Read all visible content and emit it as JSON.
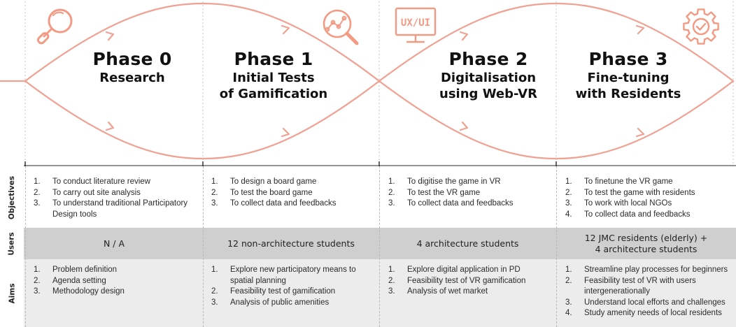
{
  "phases": [
    {
      "name": "Phase 0",
      "subtitle": [
        "Research"
      ],
      "icon": "magnifier-icon",
      "objectives": [
        "To conduct literature review",
        "To carry out site analysis",
        "To understand traditional Participatory Design tools"
      ],
      "users": [
        "N / A"
      ],
      "aims": [
        "Problem definition",
        "Agenda setting",
        "Methodology design"
      ]
    },
    {
      "name": "Phase 1",
      "subtitle": [
        "Initial Tests",
        "of Gamification"
      ],
      "icon": "data-magnifier-icon",
      "objectives": [
        "To design a board game",
        "To test the board game",
        "To collect data and feedbacks"
      ],
      "users": [
        "12 non-architecture students"
      ],
      "aims": [
        "Explore new participatory means to spatial planning",
        "Feasibility test of gamification",
        "Analysis of public amenities"
      ]
    },
    {
      "name": "Phase 2",
      "subtitle": [
        "Digitalisation",
        "using Web-VR"
      ],
      "icon": "monitor-icon",
      "icon_text": "UX/UI",
      "objectives": [
        "To digitise the game in VR",
        "To test the VR game",
        "To collect data and feedbacks"
      ],
      "users": [
        "4 architecture students"
      ],
      "aims": [
        "Explore digital application in PD",
        "Feasibility test of VR gamification",
        "Analysis of wet market"
      ]
    },
    {
      "name": "Phase 3",
      "subtitle": [
        "Fine-tuning",
        "with Residents"
      ],
      "icon": "gear-check-icon",
      "objectives": [
        "To finetune the VR game",
        "To test the game with residents",
        "To work with local NGOs",
        "To collect data and feedbacks"
      ],
      "users": [
        "12 JMC residents (elderly) +",
        "4 architecture students"
      ],
      "aims": [
        "Streamline play processes for beginners",
        "Feasibility test of VR with users intergenerationally",
        "Understand local efforts and challenges",
        "Study amenity needs of local residents"
      ]
    }
  ],
  "row_labels": {
    "objectives": "Objectives",
    "users": "Users",
    "aims": "Aims"
  },
  "colors": {
    "curve": "#f0a191",
    "icon": "#f39a84",
    "users_band": "#cfcfcf",
    "aims_band": "#ececec",
    "text": "#2b2b2b"
  }
}
